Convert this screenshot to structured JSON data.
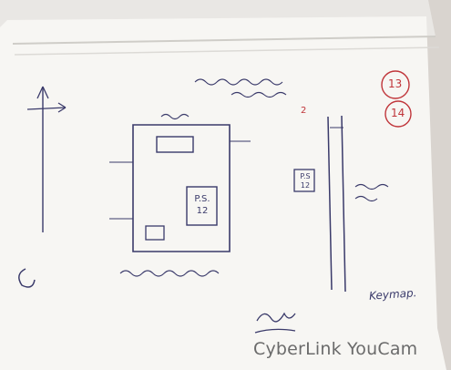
{
  "photo": {
    "subject": "hand-drawn key map on paper",
    "page_number": "2",
    "numbers_circled": [
      "13",
      "14"
    ],
    "labels": {
      "ps_box": "P.S. 12",
      "ps_box_small": "P.S 12",
      "keymap": "Keymap."
    }
  },
  "watermark": {
    "text": "CyberLink YouCam"
  },
  "colors": {
    "ink": "#3a3a6a",
    "red_ink": "#c0353a",
    "paper": "#f6f5f2",
    "watermark": "#6b6b6b"
  }
}
